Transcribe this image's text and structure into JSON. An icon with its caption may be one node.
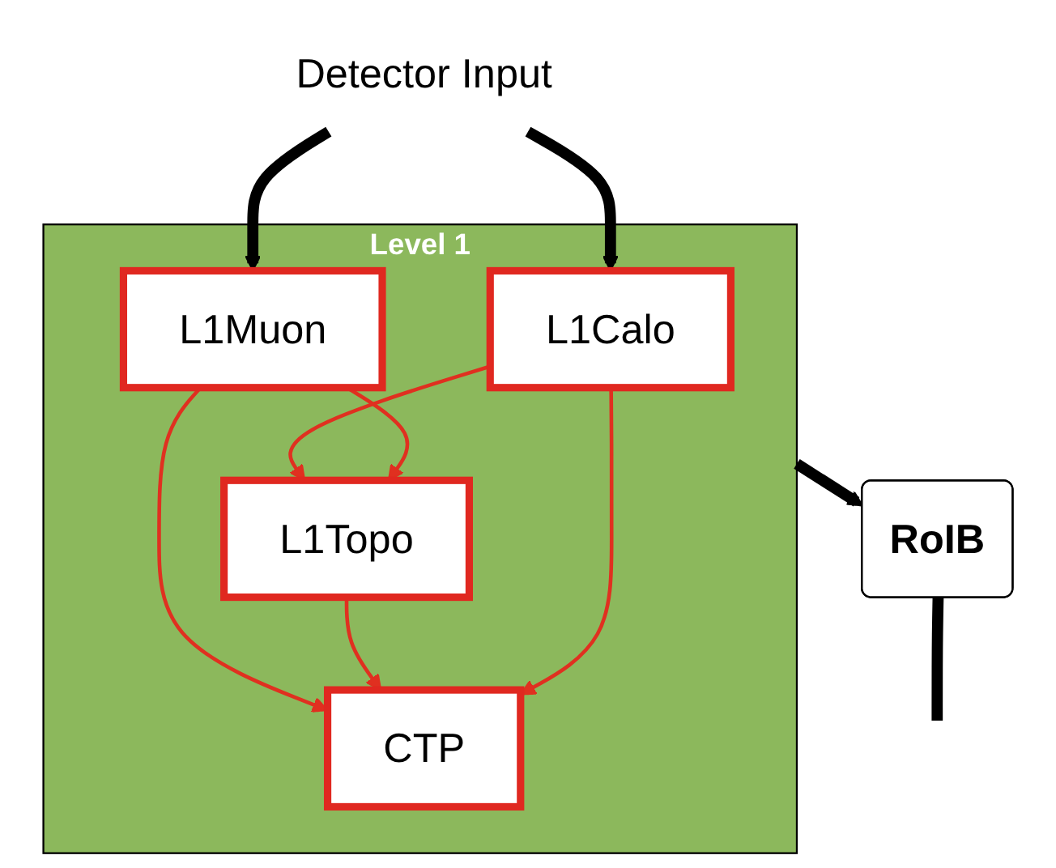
{
  "diagram": {
    "nodes": [
      {
        "text": [
          "Level 1"
        ]
      },
      {
        "text": [
          "Detector Input"
        ]
      },
      {
        "text": [
          "L1Calo"
        ],
        "in": 0
      },
      {
        "text": [
          "L1Muon"
        ],
        "in": 0
      },
      {
        "text": [
          "L1Topo"
        ],
        "in": 0
      },
      {
        "text": [
          "CTP"
        ],
        "in": 0
      },
      {
        "text": [
          "RoIB"
        ]
      }
    ],
    "edges": [
      {
        "from": 1,
        "to": 2,
        "arrow": "to",
        "style": "thick",
        "color": "#000000"
      },
      {
        "from": 1,
        "to": 3,
        "arrow": "to",
        "style": "thick",
        "color": "#000000"
      },
      {
        "from": 2,
        "to": 4,
        "arrow": "to"
      },
      {
        "from": 3,
        "to": 4,
        "arrow": "to"
      },
      {
        "from": 3,
        "to": 5,
        "arrow": "to"
      },
      {
        "from": 4,
        "to": 5,
        "arrow": "to"
      },
      {
        "from": 2,
        "to": 5,
        "arrow": "to"
      },
      {
        "from": 0,
        "to": 6,
        "arrow": "to",
        "style": "thick",
        "color": "#000000"
      },
      {
        "from": 6,
        "to": null,
        "arrow": "none",
        "style": "thick",
        "color": "#000000"
      }
    ]
  }
}
